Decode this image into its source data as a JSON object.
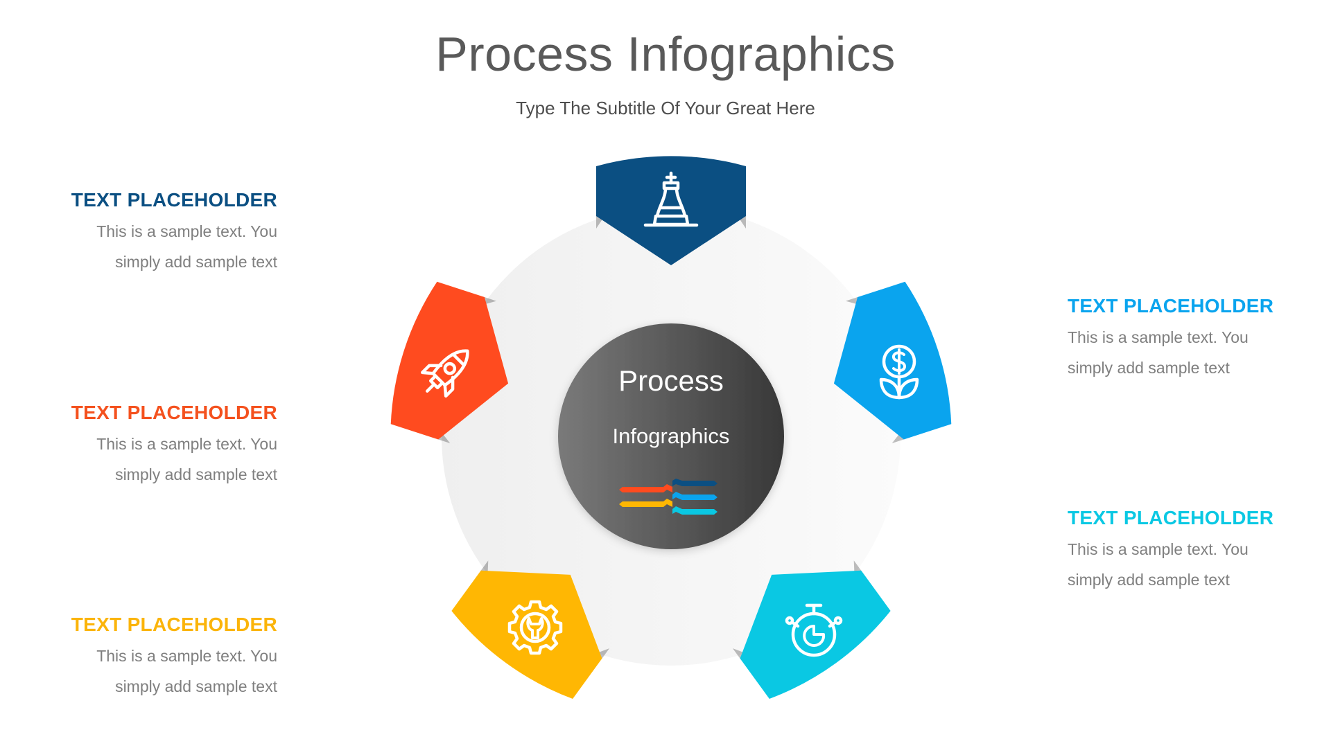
{
  "header": {
    "title": "Process Infographics",
    "subtitle": "Type The Subtitle Of Your Great Here"
  },
  "center": {
    "line1": "Process",
    "line2": "Infographics",
    "circle_gradient": [
      "#7a7a7a",
      "#3a3a3a"
    ],
    "icon": "merging-arrows-icon"
  },
  "steps": [
    {
      "position": "top",
      "color": "#0b4f82",
      "icon": "chess-king-icon"
    },
    {
      "position": "upper-right",
      "color": "#0aa4ee",
      "icon": "money-plant-icon"
    },
    {
      "position": "lower-right",
      "color": "#0ac8e3",
      "icon": "stopwatch-icon"
    },
    {
      "position": "lower-left",
      "color": "#ffb703",
      "icon": "gear-wrench-icon"
    },
    {
      "position": "upper-left",
      "color": "#ff4b1f",
      "icon": "rocket-icon"
    }
  ],
  "text_blocks": {
    "left": [
      {
        "heading": "TEXT PLACEHOLDER",
        "color": "#0b4f82",
        "line1": "This is a sample text. You",
        "line2": "simply add sample text"
      },
      {
        "heading": "TEXT PLACEHOLDER",
        "color": "#f4511e",
        "line1": "This is a sample text. You",
        "line2": "simply add sample text"
      },
      {
        "heading": "TEXT PLACEHOLDER",
        "color": "#fbb40a",
        "line1": "This is a sample text. You",
        "line2": "simply add sample text"
      }
    ],
    "right": [
      {
        "heading": "TEXT PLACEHOLDER",
        "color": "#0aa4ee",
        "line1": "This is a sample text. You",
        "line2": "simply add sample text"
      },
      {
        "heading": "TEXT PLACEHOLDER",
        "color": "#0ac8e3",
        "line1": "This is a sample text. You",
        "line2": "simply add sample text"
      }
    ]
  }
}
